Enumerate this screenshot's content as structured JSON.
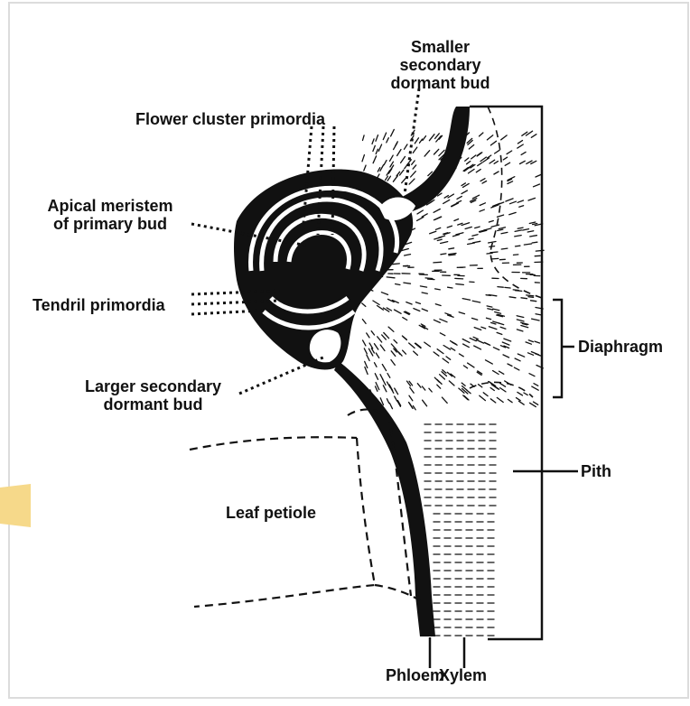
{
  "diagram": {
    "labels": {
      "smaller_bud": [
        "Smaller",
        "secondary",
        "dormant bud"
      ],
      "flower_cluster": "Flower cluster primordia",
      "apical_meristem": [
        "Apical meristem",
        "of primary bud"
      ],
      "tendril": "Tendril primordia",
      "larger_bud": [
        "Larger secondary",
        "dormant bud"
      ],
      "diaphragm": "Diaphragm",
      "pith": "Pith",
      "leaf_petiole": "Leaf petiole",
      "phloem": "Phloem",
      "xylem": "Xylem"
    }
  },
  "colors": {
    "ink": "#111111",
    "paper": "#ffffff",
    "frame": "#dcdcdc",
    "accent_tab": "#f6d98a"
  }
}
